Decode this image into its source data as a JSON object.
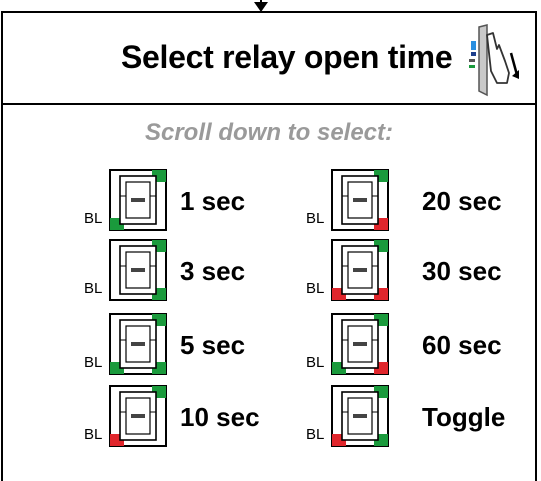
{
  "header": {
    "title": "Select relay open time"
  },
  "subtitle": "Scroll down to select:",
  "device_label": "BL",
  "colors": {
    "green": "#1a9a3c",
    "red": "#e0262c",
    "blue": "#2a8fe0",
    "muted": "#9a9a9a"
  },
  "options": [
    {
      "label": "1 sec",
      "marks": [
        "green",
        "",
        "green",
        ""
      ]
    },
    {
      "label": "3 sec",
      "marks": [
        "green",
        "",
        "",
        "green"
      ]
    },
    {
      "label": "5 sec",
      "marks": [
        "green",
        "",
        "green",
        "green"
      ]
    },
    {
      "label": "10 sec",
      "marks": [
        "green",
        "",
        "red",
        ""
      ]
    },
    {
      "label": "20 sec",
      "marks": [
        "green",
        "",
        "",
        "red"
      ]
    },
    {
      "label": "30 sec",
      "marks": [
        "green",
        "",
        "red",
        "red"
      ]
    },
    {
      "label": "60 sec",
      "marks": [
        "green",
        "",
        "green",
        "red"
      ]
    },
    {
      "label": "Toggle",
      "marks": [
        "green",
        "",
        "red",
        "green"
      ]
    }
  ]
}
